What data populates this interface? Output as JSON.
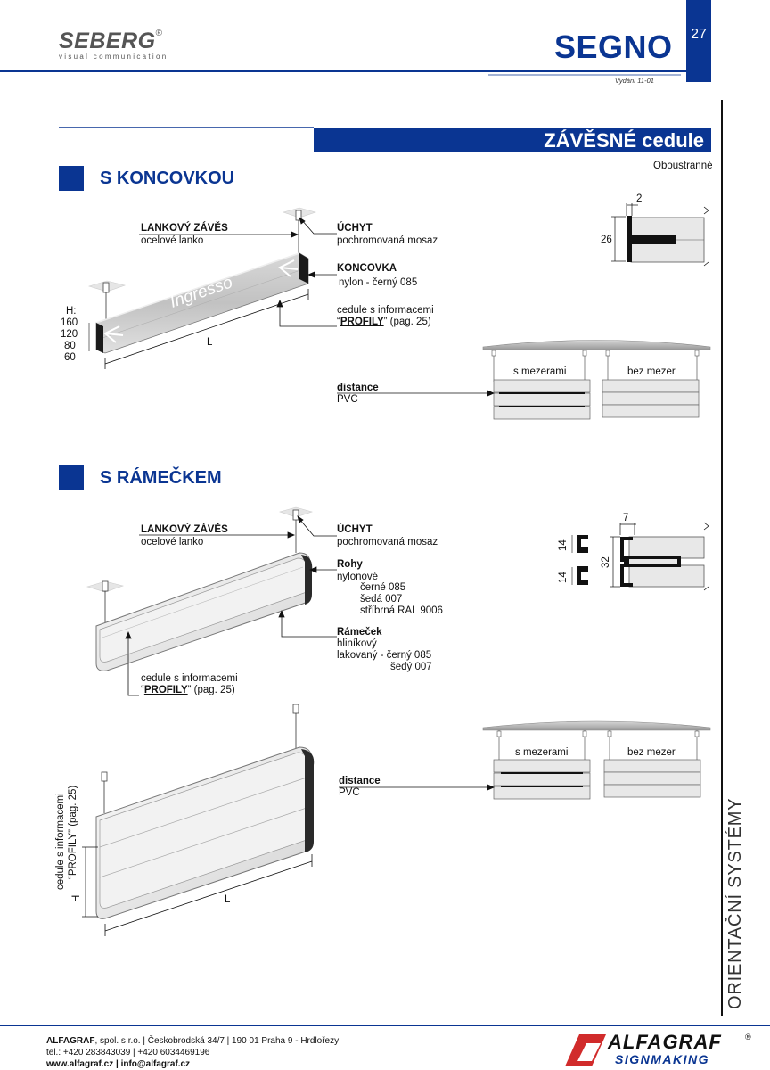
{
  "header": {
    "logo_text": "SEBERG",
    "logo_registered": "®",
    "logo_tagline": "visual communication",
    "product": "SEGNO",
    "page_number": "27",
    "edition": "Vydání 11-01"
  },
  "section_banner": "ZÁVĚSNÉ cedule",
  "side_title": "ORIENTAČNÍ SYSTÉMY",
  "section1": {
    "title": "S KONCOVKOU",
    "note": "Oboustranné",
    "sign_text": "Ingresso",
    "cable_label": "LANKOVÝ ZÁVĚS",
    "cable_desc": "ocelové lanko",
    "clamp_label": "ÚCHYT",
    "clamp_desc": "pochromovaná mosaz",
    "endcap_label": "KONCOVKA",
    "endcap_desc": "nylon - černý 085",
    "info_line1": "cedule s informacemi",
    "info_q1": "“",
    "info_profily": "PROFILY",
    "info_q2": "” (pag. 25)",
    "height_label": "H:",
    "heights": [
      "160",
      "120",
      "80",
      "60"
    ],
    "length_label": "L",
    "dim_thickness": "2",
    "dim_height": "26",
    "spacing_with": "s mezerami",
    "spacing_without": "bez mezer",
    "distance_label": "distance",
    "distance_desc": "PVC"
  },
  "section2": {
    "title": "S RÁMEČKEM",
    "cable_label": "LANKOVÝ ZÁVĚS",
    "cable_desc": "ocelové lanko",
    "clamp_label": "ÚCHYT",
    "clamp_desc": "pochromovaná mosaz",
    "corners_label": "Rohy",
    "corners_desc": "nylonové",
    "corners_colors": [
      "černé 085",
      "šedá 007",
      "stříbrná RAL 9006"
    ],
    "frame_label": "Rámeček",
    "frame_desc1": "hliníkový",
    "frame_desc2": "lakovaný  - černý 085",
    "frame_desc3": "šedý 007",
    "info_line1": "cedule s informacemi",
    "info_q1": "“",
    "info_profily": "PROFILY",
    "info_q2": "” (pag. 25)",
    "dim_7": "7",
    "dim_14a": "14",
    "dim_14b": "14",
    "dim_32": "32",
    "spacing_with": "s mezerami",
    "spacing_without": "bez mezer",
    "distance_label": "distance",
    "distance_desc": "PVC",
    "vertical_info_line1": "cedule s informacemi",
    "vertical_info_line2": "“PROFILY” (pag. 25)",
    "height_label": "H",
    "length_label": "L"
  },
  "footer": {
    "company": "ALFAGRAF",
    "address": ", spol. s r.o.  |  Českobrodská 34/7  |  190 01 Praha 9 - Hrdlořezy",
    "phones": "tel.: +420 283843039  |  +420 6034469196",
    "web": "www.alfagraf.cz",
    "sep": "  |  ",
    "email": "info@alfagraf.cz",
    "logo_main": "ALFAGRAF",
    "logo_sub": "SIGNMAKING",
    "logo_registered": "®"
  }
}
